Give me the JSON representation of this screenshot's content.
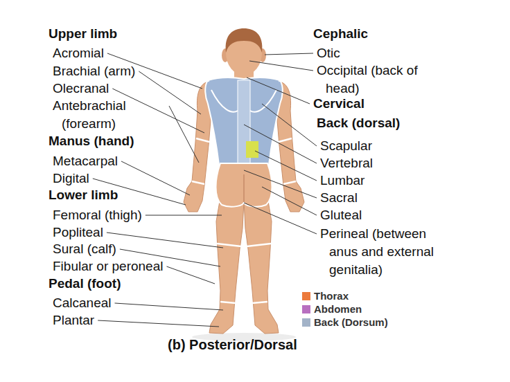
{
  "diagram": {
    "caption": "(b) Posterior/Dorsal",
    "labels": [
      "Upper limb",
      "Acromial",
      "Brachial (arm)",
      "Olecranal",
      "Antebrachial (forearm)",
      "Manus (hand)",
      "Metacarpal",
      "Digital",
      "Lower limb",
      "Femoral (thigh)",
      "Popliteal",
      "Sural (calf)",
      "Fibular or peroneal",
      "Pedal (foot)",
      "Calcaneal",
      "Plantar",
      "Cephalic",
      "Otic",
      "Occipital (back of head)",
      "Cervical",
      "Back (dorsal)",
      "Scapular",
      "Vertebral",
      "Lumbar",
      "Sacral",
      "Gluteal",
      "Perineal (between anus and external genitalia)"
    ],
    "legend": [
      {
        "text": "Thorax",
        "color": "#ec7a3c"
      },
      {
        "text": "Abdomen",
        "color": "#b870c0"
      },
      {
        "text": "Back (Dorsum)",
        "color": "#a3b3c8"
      }
    ]
  }
}
